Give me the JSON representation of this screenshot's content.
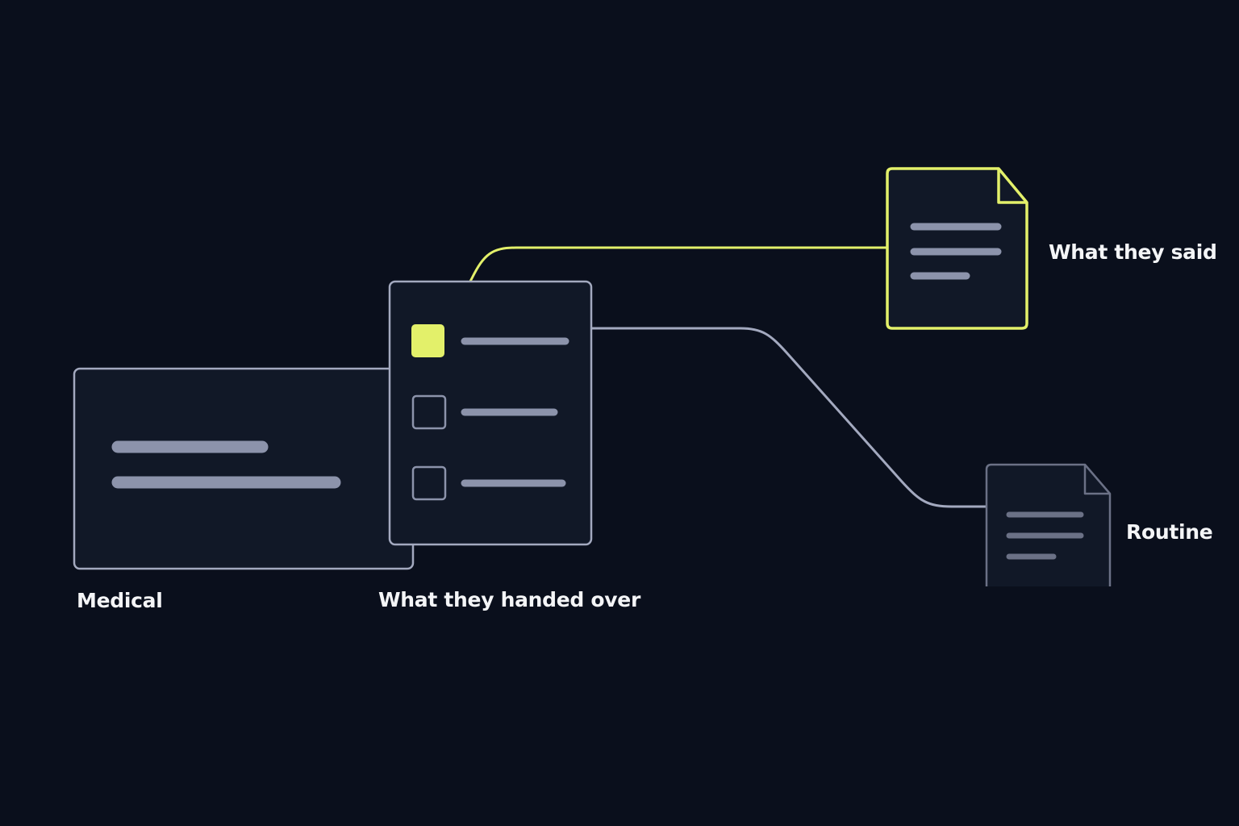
{
  "colors": {
    "background": "#0a0f1c",
    "card_fill": "#111827",
    "card_border": "#a3a9bf",
    "placeholder_line": "#8c93ab",
    "highlight": "#e3f06a",
    "connector_gray": "#a3a9bf",
    "text": "#f4f5f7"
  },
  "labels": {
    "medical": "Medical",
    "handed_over": "What they handed over",
    "said": "What they said",
    "routine": "Routine"
  },
  "checklist": {
    "items": [
      {
        "checked": true
      },
      {
        "checked": false
      },
      {
        "checked": false
      }
    ]
  },
  "icons": {
    "said_document": "document-icon",
    "routine_document": "document-icon"
  }
}
